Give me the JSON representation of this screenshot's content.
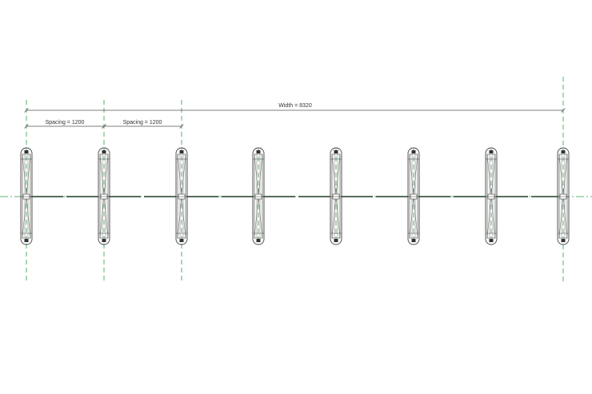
{
  "dimensions": {
    "width_label": "Width = 8320",
    "spacing_labels": [
      "Spacing = 1200",
      "Spacing = 1200"
    ]
  },
  "elements": {
    "count": 8,
    "spacing_label_count": 2
  },
  "colors": {
    "centerline": "#2e9e3e",
    "linework": "#444444",
    "dimension": "#555555",
    "background": "#ffffff"
  }
}
